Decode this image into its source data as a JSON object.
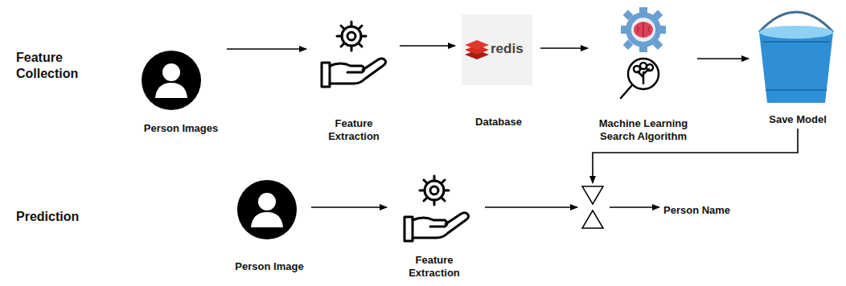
{
  "diagram": {
    "nodes": [
      {
        "text": [
          "Person Images"
        ]
      },
      {
        "text": [
          "Feature Extraction"
        ]
      },
      {
        "text": [
          "Database"
        ]
      },
      {
        "text": [
          "Machine Learning Search Algorithm"
        ]
      },
      {
        "text": [
          "Save Model"
        ]
      },
      {
        "text": [
          "Person Image"
        ]
      },
      {
        "text": [
          "Feature Extraction"
        ]
      },
      {
        "text": [
          "Person Name"
        ]
      }
    ],
    "edges": [
      {
        "from": 0,
        "to": 1,
        "arrow": "to"
      },
      {
        "from": 1,
        "to": 2,
        "arrow": "to"
      },
      {
        "from": 2,
        "to": 3,
        "arrow": "to"
      },
      {
        "from": 3,
        "to": 4,
        "arrow": "to"
      },
      {
        "from": 5,
        "to": 6,
        "arrow": "to"
      },
      {
        "from": 6,
        "to": 7,
        "arrow": "to"
      },
      {
        "from": 4,
        "to": 7,
        "arrow": "to"
      }
    ],
    "labels": [
      "Feature Collection",
      "Prediction",
      "redis"
    ]
  }
}
